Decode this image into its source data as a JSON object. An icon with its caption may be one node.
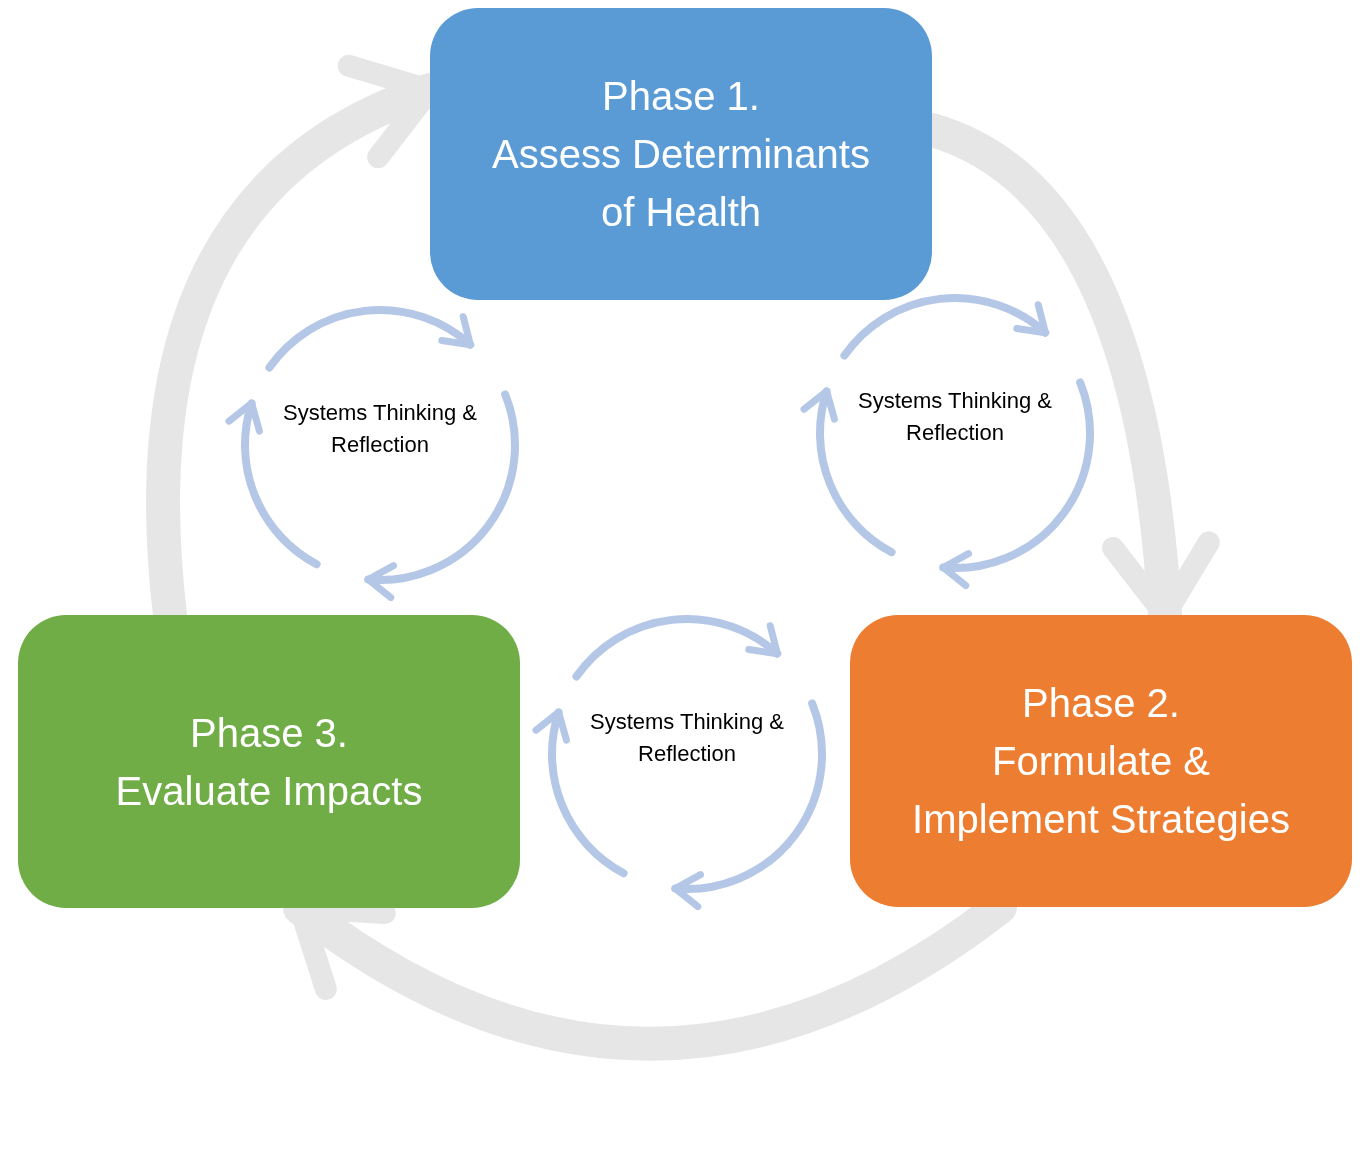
{
  "diagram": {
    "nodes": [
      {
        "text": [
          "Phase 1.",
          "Assess Determinants of Health"
        ]
      },
      {
        "text": [
          "Systems Thinking & Reflection"
        ]
      },
      {
        "text": [
          "Systems Thinking & Reflection"
        ]
      },
      {
        "text": [
          "Phase 3.",
          "Evaluate Impacts"
        ]
      },
      {
        "text": [
          "Systems Thinking & Reflection"
        ]
      },
      {
        "text": [
          "Phase 2.",
          "Formulate & Implement Strategies"
        ]
      }
    ],
    "edges": [
      {
        "from": 0,
        "to": 5,
        "arrow": "to"
      },
      {
        "from": 5,
        "to": 3,
        "arrow": "to"
      },
      {
        "from": 3,
        "to": 0,
        "arrow": "to"
      }
    ]
  }
}
